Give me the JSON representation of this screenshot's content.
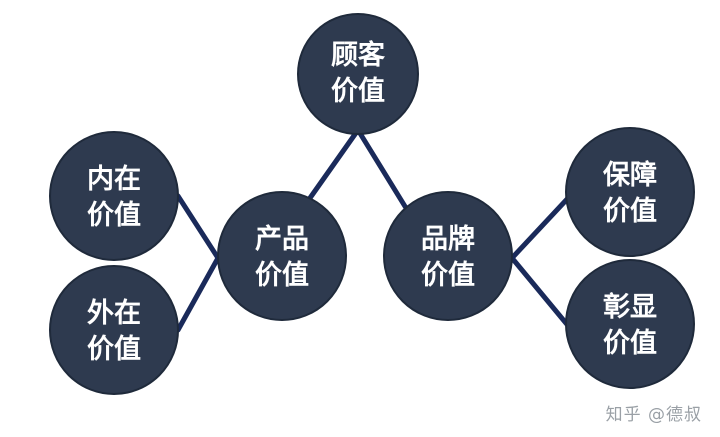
{
  "nodes": {
    "customer": {
      "line1": "顾客",
      "line2": "价值"
    },
    "product": {
      "line1": "产品",
      "line2": "价值"
    },
    "brand": {
      "line1": "品牌",
      "line2": "价值"
    },
    "intrinsic": {
      "line1": "内在",
      "line2": "价值"
    },
    "extrinsic": {
      "line1": "外在",
      "line2": "价值"
    },
    "assurance": {
      "line1": "保障",
      "line2": "价值"
    },
    "display": {
      "line1": "彰显",
      "line2": "价值"
    }
  },
  "colors": {
    "node_fill": "#2e3a4f",
    "node_text": "#ffffff",
    "edge": "#1a2a5a"
  },
  "watermark": "知乎 @德叔"
}
